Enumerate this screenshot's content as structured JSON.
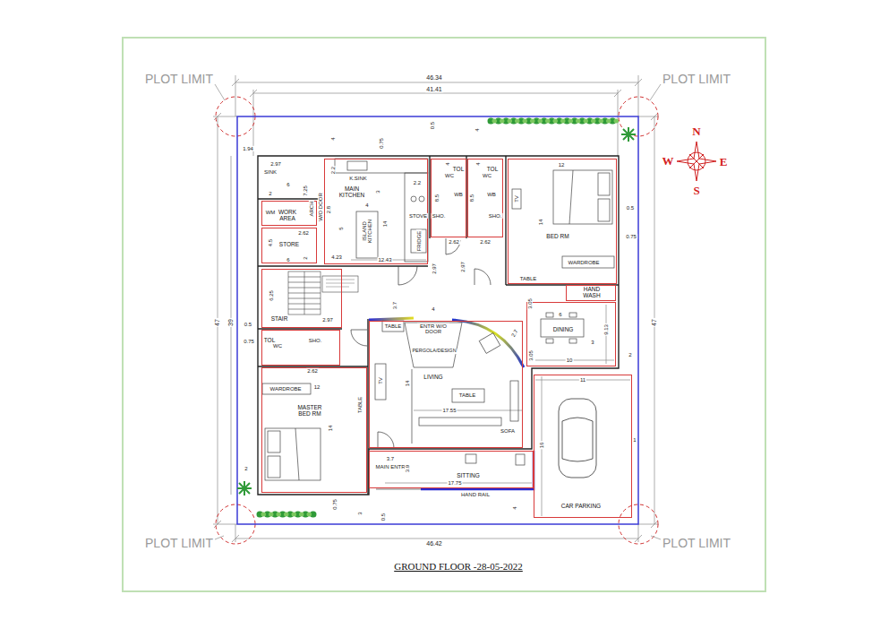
{
  "diagram": {
    "title": "GROUND FLOOR -28-05-2022",
    "nodes": [
      {
        "text": [
          "MAIN KITCHEN"
        ]
      },
      {
        "text": [
          "TOL"
        ]
      },
      {
        "text": [
          "TOL"
        ]
      },
      {
        "text": [
          "BED RM"
        ]
      },
      {
        "text": [
          "WORK AREA"
        ]
      },
      {
        "text": [
          "STORE"
        ]
      },
      {
        "text": [
          "STAIR"
        ]
      },
      {
        "text": [
          "HAND WASH"
        ]
      },
      {
        "text": [
          "DINING"
        ]
      },
      {
        "text": [
          "TOL"
        ]
      },
      {
        "text": [
          "LIVING"
        ]
      },
      {
        "text": [
          "MASTER BED RM"
        ]
      },
      {
        "text": [
          "SITTING"
        ]
      },
      {
        "text": [
          "CAR PARKING"
        ]
      }
    ],
    "labels": [
      "PLOT LIMIT",
      "PLOT LIMIT",
      "46.34",
      "41.41",
      "0.5",
      "4",
      "0.75",
      "4",
      "N",
      "W",
      "E",
      "S",
      "1.94",
      "2.97",
      "SINK",
      "2.2",
      "K.SINK",
      "2.2",
      "6",
      "2",
      "7.25",
      "3",
      "4",
      "WM",
      "ARCH",
      "W/O DOOR",
      "2.8",
      "STOVE",
      "5",
      "14",
      "ISLAND KITCHEN",
      "2.62",
      "4.5",
      "FRIDGE",
      "6",
      "2",
      "4.23",
      "12.43",
      "WC",
      "8.5",
      "WB",
      "SHO.",
      "2.62",
      "4",
      "WC",
      "8.5",
      "WB",
      "SHO.",
      "2.62",
      "4",
      "2.97",
      "2.97",
      "12",
      "TV",
      "14",
      "0.5",
      "0.75",
      "WARDROBE",
      "TABLE",
      "3.05",
      "6",
      "9.13",
      "2.7",
      "3",
      "3.05",
      "10",
      "2",
      "3.7",
      "6.25",
      "2.97",
      "4",
      "ENTR W/O DOOR",
      "PERGOLA/DESIGN",
      "TABLE",
      "0.5",
      "0.75",
      "WC",
      "SHO.",
      "47",
      "39",
      "47",
      "2.62",
      "12",
      "WARDROBE",
      "TV",
      "14",
      "TABLE",
      "TABLE",
      "14",
      "17.55",
      "SOFA",
      "11",
      "16",
      "1",
      "3.7",
      "MAIN ENTR",
      "3.9",
      "17.75",
      "HAND RAIL",
      "2",
      "4",
      "0.75",
      "3",
      "0.5",
      "46.42",
      "PLOT LIMIT",
      "PLOT LIMIT"
    ]
  }
}
